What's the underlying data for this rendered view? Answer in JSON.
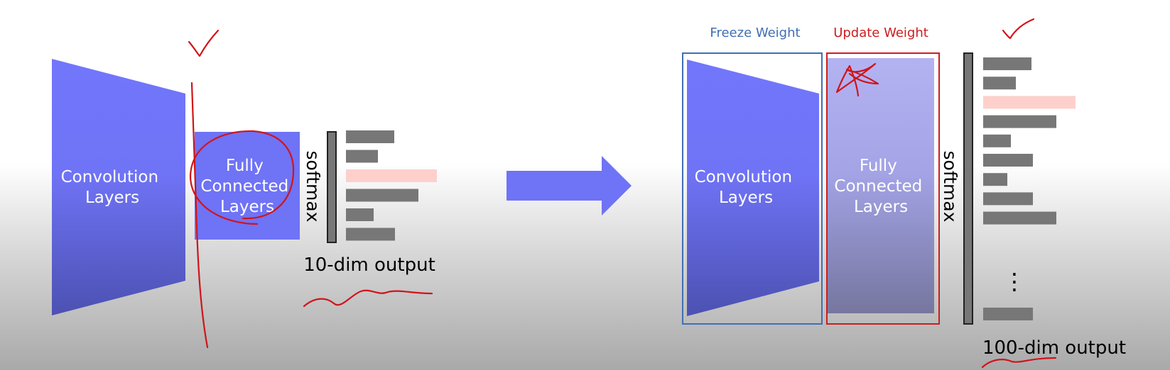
{
  "left": {
    "conv_label": [
      "Convolution",
      "Layers"
    ],
    "fc_label": [
      "Fully",
      "Connected",
      "Layers"
    ],
    "softmax_label": "softmax",
    "output_label": "10-dim output",
    "output_bars": [
      {
        "value": 0.45,
        "highlight": false
      },
      {
        "value": 0.3,
        "highlight": false
      },
      {
        "value": 0.85,
        "highlight": true
      },
      {
        "value": 0.68,
        "highlight": false
      },
      {
        "value": 0.26,
        "highlight": false
      },
      {
        "value": 0.46,
        "highlight": false
      }
    ]
  },
  "right": {
    "freeze_label": "Freeze Weight",
    "update_label": "Update Weight",
    "conv_label": [
      "Convolution",
      "Layers"
    ],
    "fc_label": [
      "Fully",
      "Connected",
      "Layers"
    ],
    "softmax_label": "softmax",
    "ellipsis": "⋮",
    "output_label": "100-dim output",
    "output_bars_top": [
      {
        "value": 0.52,
        "highlight": false
      },
      {
        "value": 0.35,
        "highlight": false
      },
      {
        "value": 1.0,
        "highlight": true
      },
      {
        "value": 0.79,
        "highlight": false
      },
      {
        "value": 0.3,
        "highlight": false
      },
      {
        "value": 0.54,
        "highlight": false
      },
      {
        "value": 0.26,
        "highlight": false
      },
      {
        "value": 0.54,
        "highlight": false
      },
      {
        "value": 0.79,
        "highlight": false
      }
    ],
    "output_bars_bottom": [
      {
        "value": 0.54,
        "highlight": false
      }
    ]
  },
  "colors": {
    "conv_top": "#7276fc",
    "conv_bottom": "#4e53b7",
    "fc_left": "#6f73f5",
    "fc_right_top": "#b1b1f0",
    "fc_right_bottom": "#7a7ab0",
    "bar": "#777777",
    "bar_highlight": "#fdd0cc",
    "freeze": "#3f6fb5",
    "update": "#cc1d1d",
    "annotation": "#d0141a",
    "arrow": "#6f73f5"
  }
}
